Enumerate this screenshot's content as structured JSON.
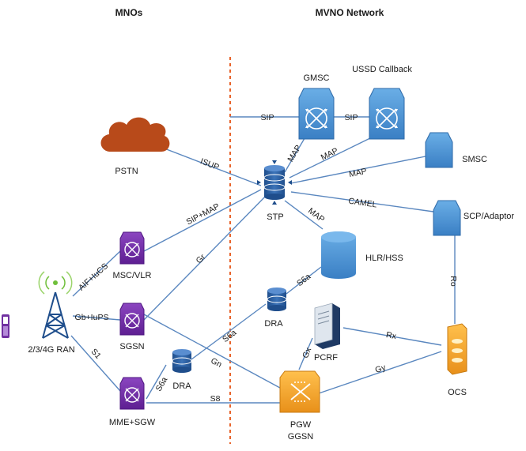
{
  "headers": {
    "left": "MNOs",
    "right": "MVNO Network"
  },
  "nodes": {
    "gmsc": "GMSC",
    "ussd": "USSD Callback",
    "pstn": "PSTN",
    "stp": "STP",
    "smsc": "SMSC",
    "scp": "SCP/Adaptor",
    "hlr": "HLR/HSS",
    "msc": "MSC/VLR",
    "sgsn": "SGSN",
    "mme": "MME+SGW",
    "ran": "2/3/4G RAN",
    "dra_top": "DRA",
    "dra_bottom": "DRA",
    "pcrf": "PCRF",
    "pgw": "PGW",
    "ggsn": "GGSN",
    "ocs": "OCS"
  },
  "links": {
    "sip_gmsc": "SIP",
    "sip_ussd": "SIP",
    "map_gmsc": "MAP",
    "map_ussd": "MAP",
    "map_smsc": "MAP",
    "camel": "CAMEL",
    "map_hlr": "MAP",
    "isup": "ISUP",
    "sip_map": "SIP+MAP",
    "gr": "Gr",
    "aif_iucs": "AIF+IuCS",
    "gb_iups": "Gb+IuPS",
    "s1": "S1",
    "s6a_hlr": "S6a",
    "s6a_sgsn": "S6a",
    "s6a_mme": "S6a",
    "gn": "Gn",
    "s8": "S8",
    "gx": "Gx",
    "rx": "Rx",
    "gy": "Gy",
    "ro": "Ro"
  },
  "colors": {
    "link": "#5a87bf",
    "divider": "#e8632a",
    "purple": "#7030a0",
    "blue": "#4a90d0",
    "orange": "#f5a623",
    "pstn": "#b84a1a"
  }
}
